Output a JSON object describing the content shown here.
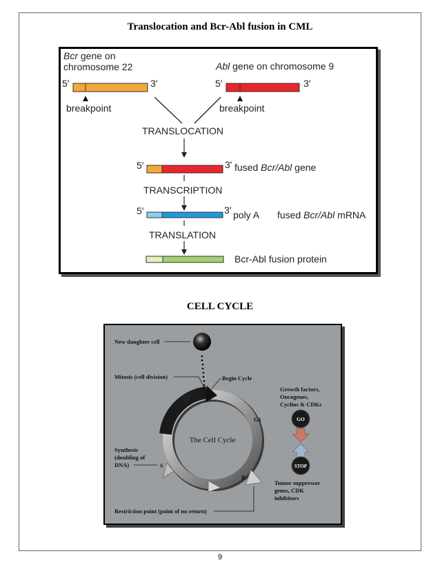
{
  "title1": "Translocation and Bcr-Abl fusion in CML",
  "fig1": {
    "bcr_label_1": "Bcr",
    "bcr_label_2": " gene on",
    "bcr_label_3": "chromosome 22",
    "abl_label_1": "Abl",
    "abl_label_2": " gene on chromosome 9",
    "five_prime": "5′",
    "three_prime": "3′",
    "breakpoint": "breakpoint",
    "translocation": "TRANSLOCATION",
    "fused_gene_1": "fused ",
    "fused_gene_2": "Bcr/Abl",
    "fused_gene_3": " gene",
    "transcription": "TRANSCRIPTION",
    "poly_a": "poly A",
    "fused_mrna_1": "fused ",
    "fused_mrna_2": "Bcr/Abl",
    "fused_mrna_3": " mRNA",
    "translation": "TRANSLATION",
    "protein": "Bcr-Abl fusion protein",
    "colors": {
      "bcr": "#f4a73a",
      "abl": "#e8262b",
      "mrna_bcr": "#8fd0ef",
      "mrna_abl": "#1f9ad8",
      "prot_bcr": "#e5efbf",
      "prot_abl": "#a4cf72"
    }
  },
  "title2": "CELL CYCLE",
  "fig2": {
    "new_daughter": "New daughter cell",
    "mitosis": "Mitosis (cell division)",
    "begin_cycle": "Begin Cycle",
    "growth_1": "Growth factors,",
    "growth_2": "Oncogenes,",
    "growth_3": "Cyclins & CDKs",
    "go": "GO",
    "g1": "G1",
    "center": "The Cell Cycle",
    "synthesis_1": "Synthesis",
    "synthesis_2": "(doubling of",
    "synthesis_3": "DNA)",
    "s": "S",
    "stop": "STOP",
    "r": "R",
    "tumor_1": "Tumor suppressor",
    "tumor_2": "genes, CDK",
    "tumor_3": "inhibitors",
    "restriction": "Restriction point (point of no return)"
  },
  "page_number": "9"
}
